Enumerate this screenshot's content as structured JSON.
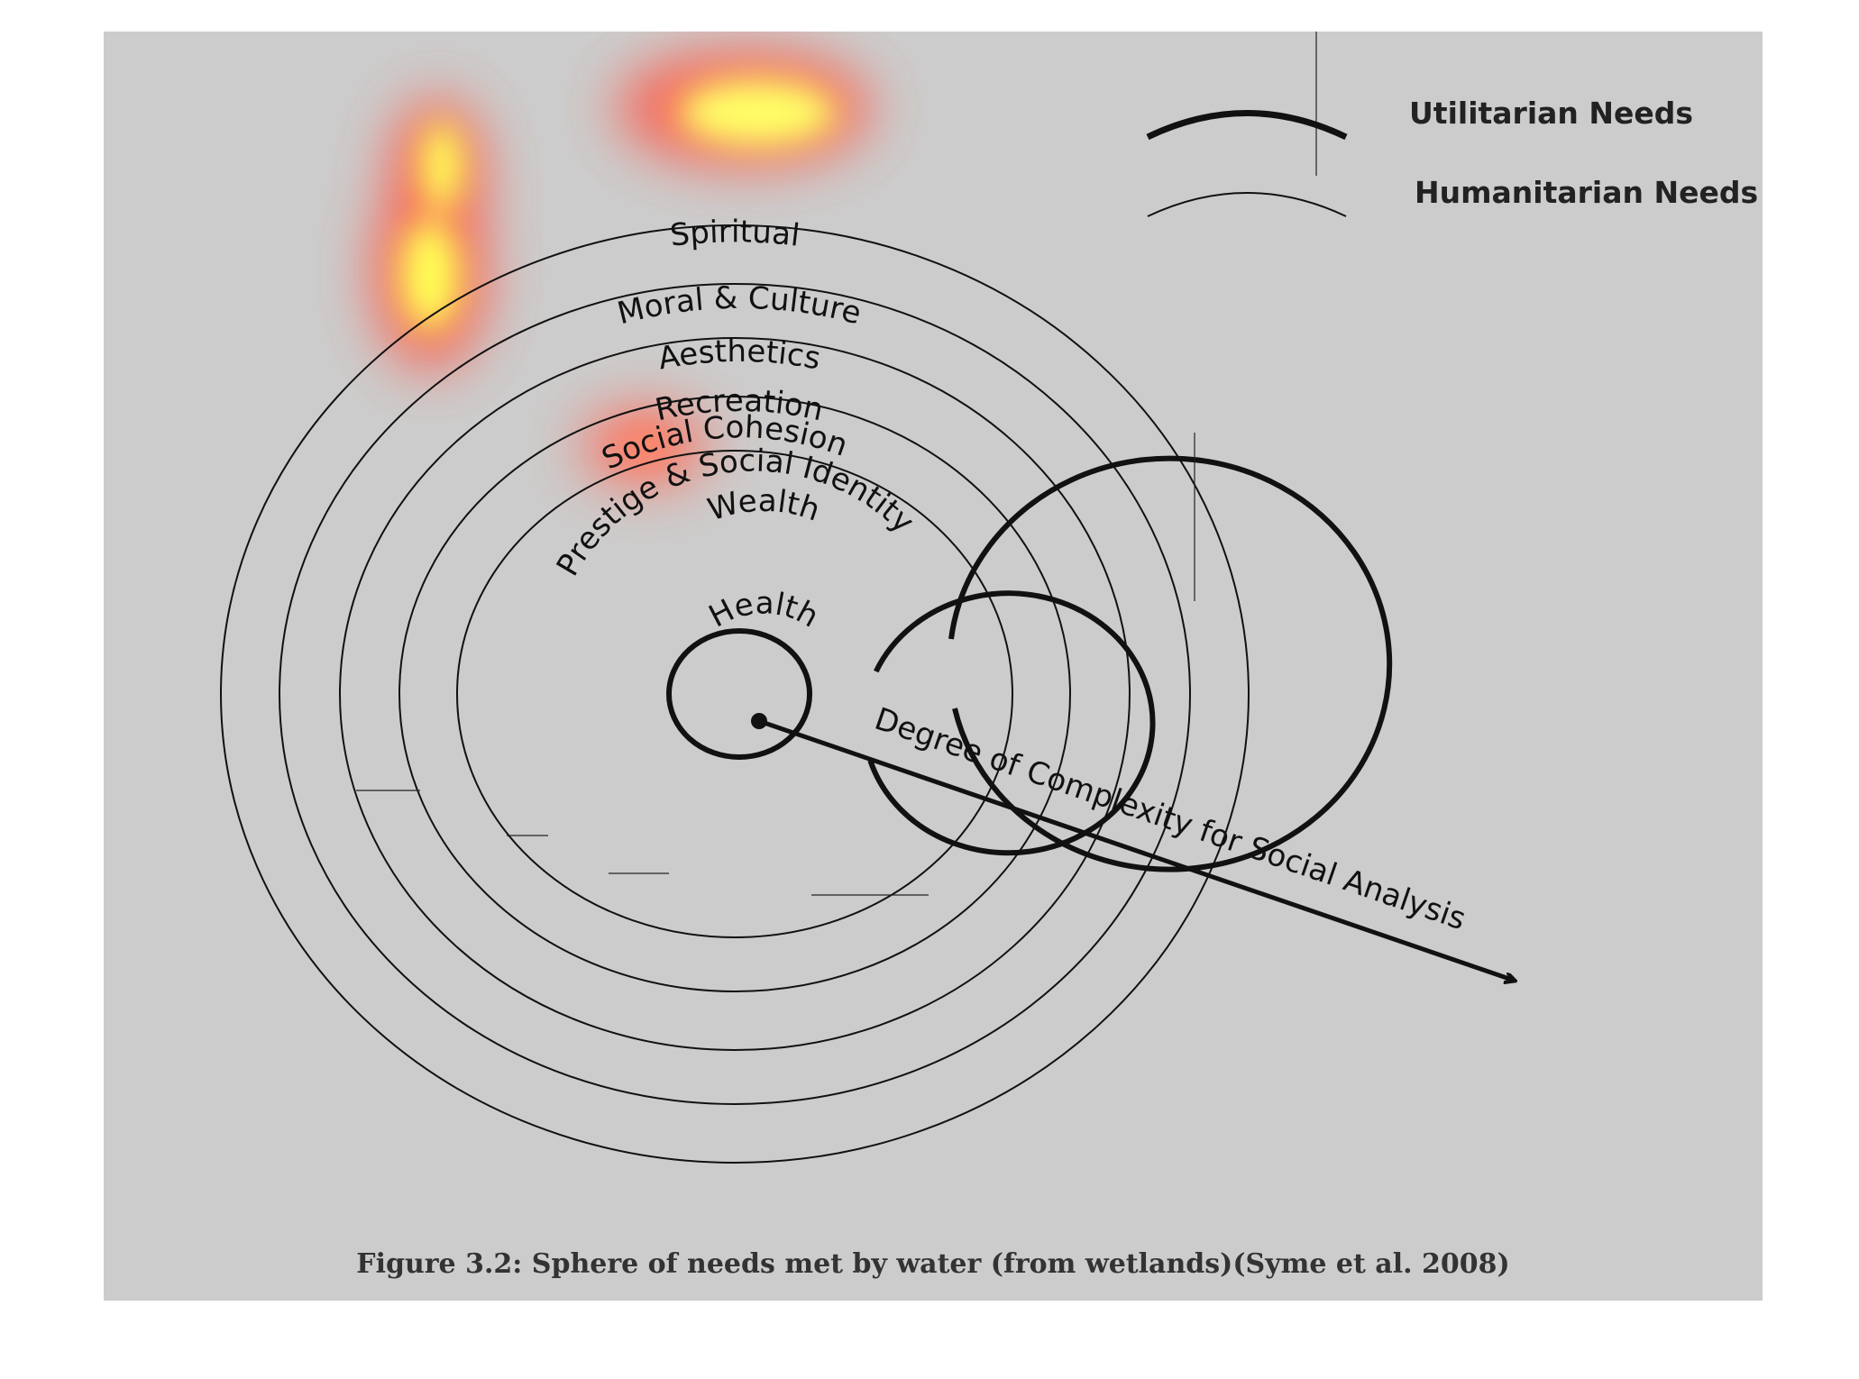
{
  "diagram": {
    "rings": [
      {
        "label": "Health",
        "need_type": "utilitarian"
      },
      {
        "label": "Wealth",
        "need_type": "utilitarian"
      },
      {
        "label": "Prestige & Social Identity",
        "need_type": "utilitarian"
      },
      {
        "label": "Social Cohesion",
        "need_type": "humanitarian"
      },
      {
        "label": "Recreation",
        "need_type": "humanitarian"
      },
      {
        "label": "Aesthetics",
        "need_type": "humanitarian"
      },
      {
        "label": "Moral & Culture",
        "need_type": "humanitarian"
      },
      {
        "label": "Spiritual",
        "need_type": "humanitarian"
      }
    ],
    "arrow_label": "Degree of Complexity for Social Analysis"
  },
  "legend": {
    "utilitarian": "Utilitarian Needs",
    "humanitarian": "Humanitarian Needs"
  },
  "caption": "Figure 3.2: Sphere of needs met by water (from wetlands)(Syme et al. 2008)",
  "colors": {
    "background": "#cccccc",
    "ink": "#111111",
    "heatmap_hot": "#ffff66",
    "heatmap_warm": "#ff6644"
  }
}
